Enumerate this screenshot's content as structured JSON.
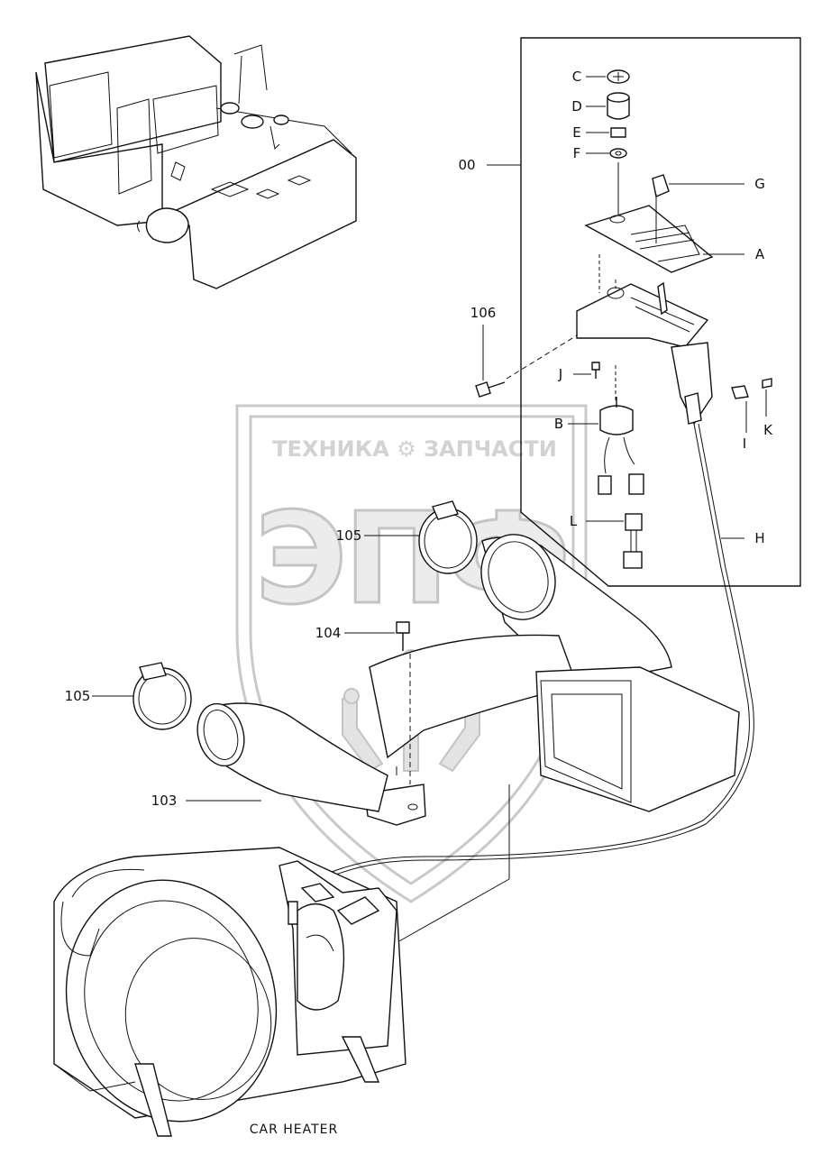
{
  "watermark": {
    "line": "ТЕХНИКА ⚙ ЗАПЧАСТИ",
    "letters": "ЭПФ"
  },
  "caption": "CAR HEATER",
  "labels": {
    "assembly": "00",
    "c": "C",
    "d": "D",
    "e": "E",
    "f": "F",
    "g": "G",
    "a": "A",
    "b": "B",
    "j": "J",
    "i": "I",
    "k": "K",
    "l": "L",
    "h": "H",
    "p106": "106",
    "p105a": "105",
    "p104": "104",
    "p105b": "105",
    "p103": "103"
  }
}
